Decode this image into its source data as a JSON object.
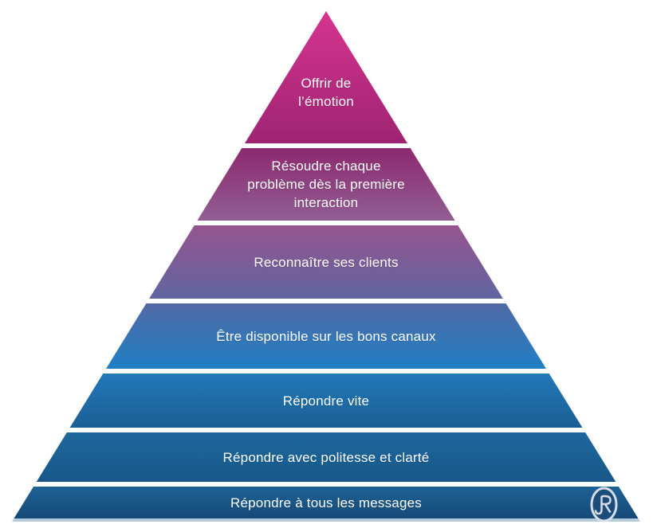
{
  "pyramid": {
    "levels": [
      {
        "rank": 1,
        "label": "Offrir de\nl’émotion",
        "color_top": "#d6348f",
        "color_bottom": "#9e2472"
      },
      {
        "rank": 2,
        "label": "Résoudre chaque\nproblème dès la première\ninteraction",
        "color_top": "#8d296f",
        "color_bottom": "#905e93"
      },
      {
        "rank": 3,
        "label": "Reconnaître ses clients",
        "color_top": "#96548f",
        "color_bottom": "#6065a0"
      },
      {
        "rank": 4,
        "label": "Être disponible sur les bons canaux",
        "color_top": "#5269a5",
        "color_bottom": "#1e80c4"
      },
      {
        "rank": 5,
        "label": "Répondre vite",
        "color_top": "#2278b8",
        "color_bottom": "#1a6095"
      },
      {
        "rank": 6,
        "label": "Répondre avec politesse et clarté",
        "color_top": "#1e689e",
        "color_bottom": "#175888"
      },
      {
        "rank": 7,
        "label": "Répondre à tous les messages",
        "color_top": "#1d6295",
        "color_bottom": "#164a77"
      }
    ]
  },
  "logo": {
    "monogram": "JR"
  },
  "colors": {
    "background": "#ffffff",
    "separator": "#ffffff",
    "text": "#ffffff",
    "base_line": "#b3cbdd",
    "logo_ring": "#d8dee9",
    "logo_fill": "#1c4c79",
    "logo_glyph": "#d6dce8"
  }
}
